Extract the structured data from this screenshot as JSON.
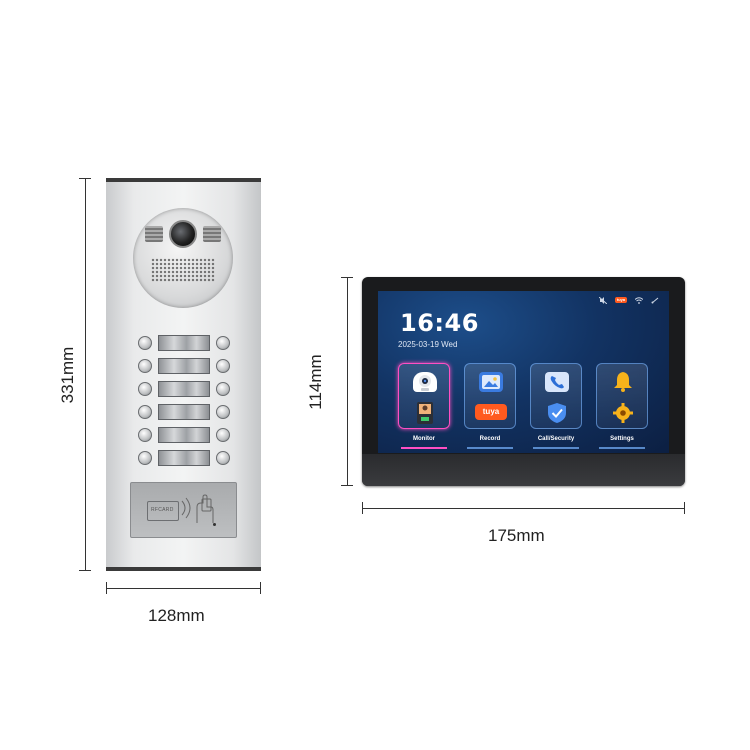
{
  "dimensions": {
    "panel_height": "331mm",
    "panel_width": "128mm",
    "monitor_height": "114mm",
    "monitor_width": "175mm"
  },
  "door_station": {
    "rfid_label": "RFCARD",
    "button_rows": 6
  },
  "monitor": {
    "time": "16:46",
    "date": "2025-03-19 Wed",
    "status_badge": "tuya",
    "tiles": [
      {
        "label": "Monitor",
        "top_icon": "camera-icon",
        "bottom_icon": "door-phone-icon",
        "active": true
      },
      {
        "label": "Record",
        "top_icon": "picture-icon",
        "bottom_icon": "tuya-logo-icon",
        "badge": "tuya"
      },
      {
        "label": "Call/Security",
        "top_icon": "phone-icon",
        "bottom_icon": "shield-icon"
      },
      {
        "label": "Settings",
        "top_icon": "bell-icon",
        "bottom_icon": "gear-icon"
      }
    ]
  },
  "colors": {
    "screen_dark": "#0c1f42",
    "screen_light": "#1d4e8a",
    "tile_active_border": "#ff4fc3",
    "tuya_orange": "#ff5a1f"
  }
}
